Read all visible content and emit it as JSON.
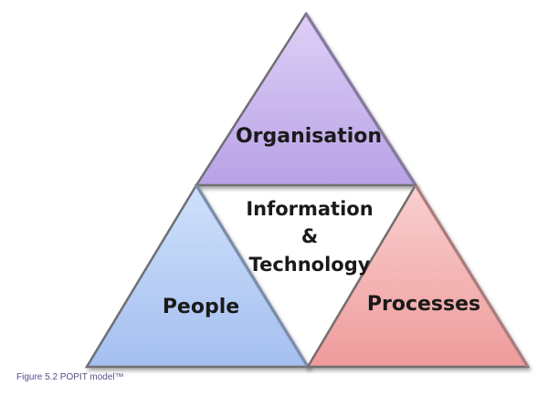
{
  "diagram": {
    "top": {
      "label": "Organisation"
    },
    "left": {
      "label": "People"
    },
    "right": {
      "label": "Processes"
    },
    "center": {
      "line1": "Information",
      "line2": "&",
      "line3": "Technology"
    }
  },
  "caption": "Figure 5.2 POPIT model™",
  "colors": {
    "organisation": "#c9b6ee",
    "people": "#b7cdf3",
    "processes": "#f4b1b1",
    "center": "#ffffff",
    "caption": "#5e4a8a"
  }
}
